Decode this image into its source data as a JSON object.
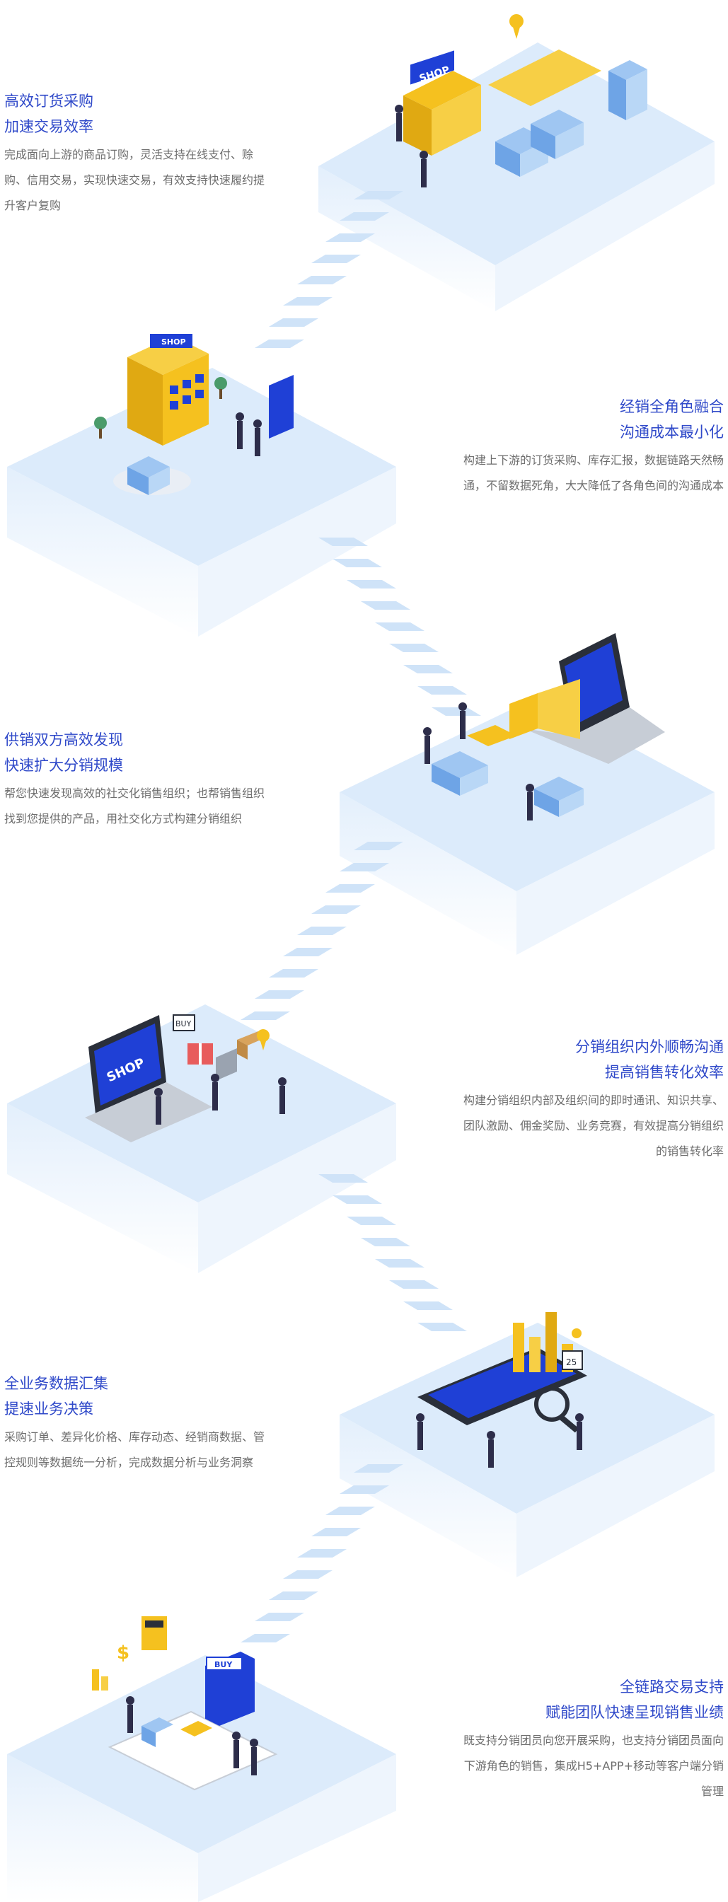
{
  "sections": [
    {
      "title1": "高效订货采购",
      "title2": "加速交易效率",
      "desc": "完成面向上游的商品订购，灵活支持在线支付、赊购、信用交易，实现快速交易，有效支持快速履约提升客户复购"
    },
    {
      "title1": "经销全角色融合",
      "title2": "沟通成本最小化",
      "desc": "构建上下游的订货采购、库存汇报，数据链路天然畅通，不留数据死角，大大降低了各角色间的沟通成本"
    },
    {
      "title1": "供销双方高效发现",
      "title2": "快速扩大分销规模",
      "desc": "帮您快速发现高效的社交化销售组织；也帮销售组织找到您提供的产品，用社交化方式构建分销组织"
    },
    {
      "title1": "分销组织内外顺畅沟通",
      "title2": "提高销售转化效率",
      "desc": "构建分销组织内部及组织间的即时通讯、知识共享、团队激励、佣金奖励、业务竞赛，有效提高分销组织的销售转化率"
    },
    {
      "title1": "全业务数据汇集",
      "title2": "提速业务决策",
      "desc": "采购订单、差异化价格、库存动态、经销商数据、管控规则等数据统一分析，完成数据分析与业务洞察"
    },
    {
      "title1": "全链路交易支持",
      "title2": "赋能团队快速呈现销售业绩",
      "desc": "既支持分销团员向您开展采购，也支持分销团员面向下游角色的销售，集成H5+APP+移动等客户端分销管理"
    }
  ],
  "labels": {
    "shop": "SHOP",
    "buy": "BUY",
    "calendar": "25"
  },
  "colors": {
    "title": "#2f49c9",
    "text": "#6e6e6e",
    "platform": "#dcebfb",
    "platform_side": "#eef5fd",
    "stair": "#cfe3f8",
    "accent": "#1f40d6",
    "yellow": "#f5c11f"
  }
}
